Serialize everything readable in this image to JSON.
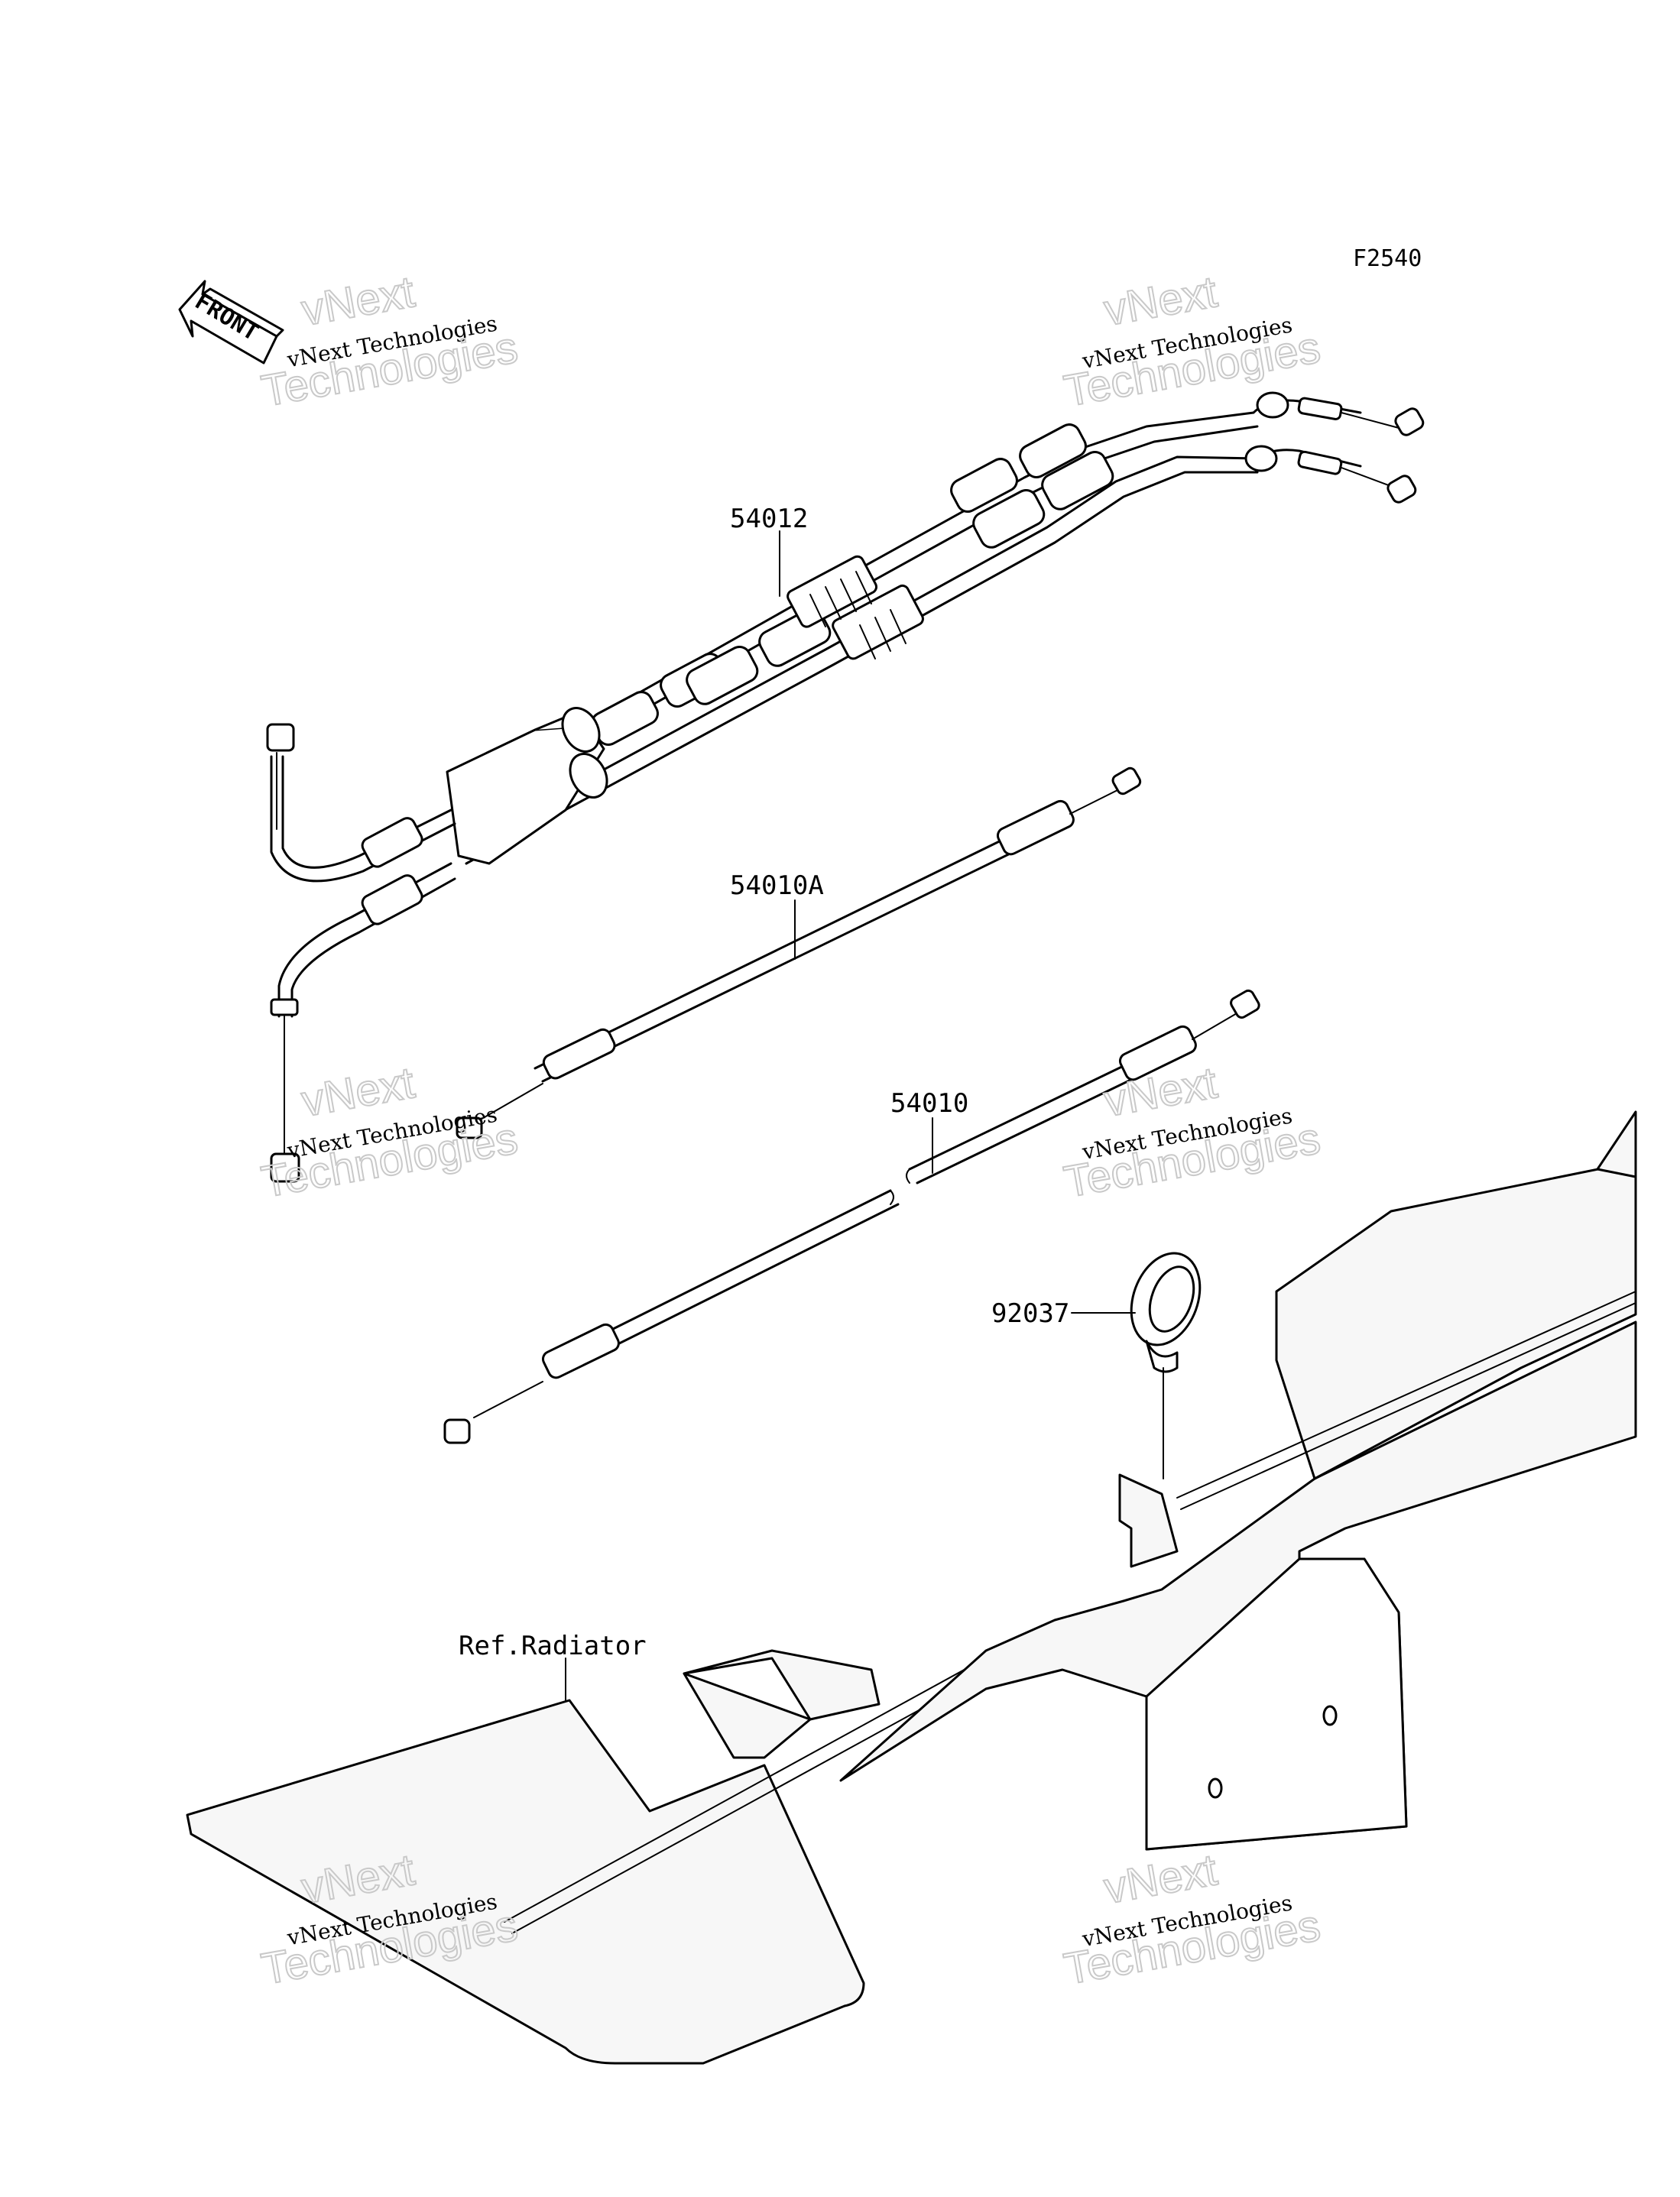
{
  "diagram_code": "F2540",
  "front_arrow": {
    "label": "FRONT",
    "icon": "front-direction-arrow-icon"
  },
  "parts": {
    "throttle_cable": "54012",
    "choke_cable_a": "54010A",
    "choke_cable": "54010",
    "clamp": "92037",
    "reference": "Ref.Radiator"
  },
  "watermarks": [
    {
      "top": "vNext",
      "middle": "vNext Technologies",
      "bottom": "Technologies"
    },
    {
      "top": "vNext",
      "middle": "vNext Technologies",
      "bottom": "Technologies"
    },
    {
      "top": "vNext",
      "middle": "vNext Technologies",
      "bottom": "Technologies"
    },
    {
      "top": "vNext",
      "middle": "vNext Technologies",
      "bottom": "Technologies"
    },
    {
      "top": "vNext",
      "middle": "vNext Technologies",
      "bottom": "Technologies"
    },
    {
      "top": "vNext",
      "middle": "vNext Technologies",
      "bottom": "Technologies"
    }
  ]
}
